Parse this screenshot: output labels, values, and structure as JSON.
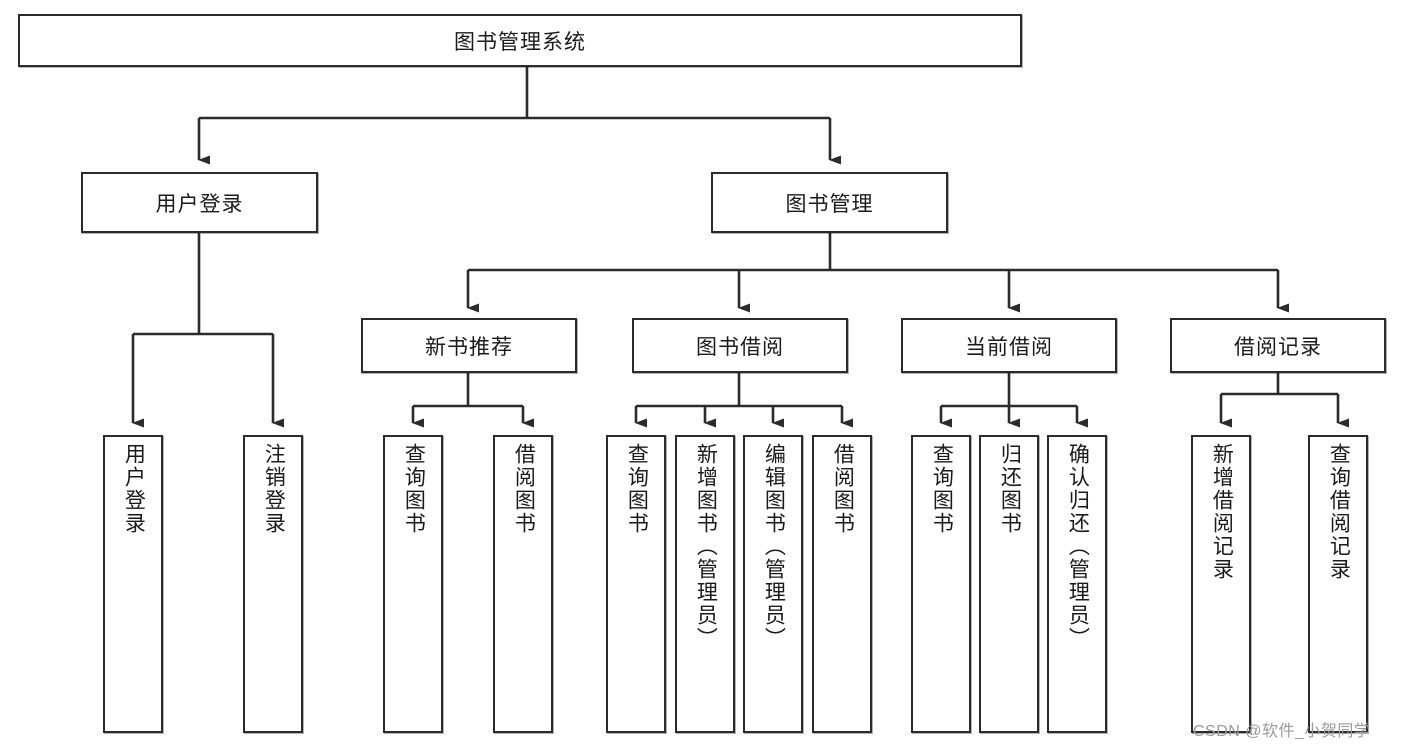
{
  "diagram": {
    "title": "图书管理系统",
    "type": "tree-hierarchy",
    "root": {
      "label": "图书管理系统",
      "orientation": "horizontal"
    },
    "level2": [
      {
        "label": "用户登录",
        "orientation": "horizontal"
      },
      {
        "label": "图书管理",
        "orientation": "horizontal"
      }
    ],
    "level3": [
      {
        "label": "新书推荐",
        "orientation": "horizontal",
        "parent": "图书管理"
      },
      {
        "label": "图书借阅",
        "orientation": "horizontal",
        "parent": "图书管理"
      },
      {
        "label": "当前借阅",
        "orientation": "horizontal",
        "parent": "图书管理"
      },
      {
        "label": "借阅记录",
        "orientation": "horizontal",
        "parent": "图书管理"
      }
    ],
    "leaves": [
      {
        "label": "用户登录",
        "orientation": "vertical",
        "parent": "用户登录"
      },
      {
        "label": "注销登录",
        "orientation": "vertical",
        "parent": "用户登录"
      },
      {
        "label": "查询图书",
        "orientation": "vertical",
        "parent": "新书推荐"
      },
      {
        "label": "借阅图书",
        "orientation": "vertical",
        "parent": "新书推荐"
      },
      {
        "label": "查询图书",
        "orientation": "vertical",
        "parent": "图书借阅"
      },
      {
        "label": "新增图书（管理员）",
        "orientation": "vertical",
        "parent": "图书借阅"
      },
      {
        "label": "编辑图书（管理员）",
        "orientation": "vertical",
        "parent": "图书借阅"
      },
      {
        "label": "借阅图书",
        "orientation": "vertical",
        "parent": "图书借阅"
      },
      {
        "label": "查询图书",
        "orientation": "vertical",
        "parent": "当前借阅"
      },
      {
        "label": "归还图书",
        "orientation": "vertical",
        "parent": "当前借阅"
      },
      {
        "label": "确认归还（管理员）",
        "orientation": "vertical",
        "parent": "当前借阅"
      },
      {
        "label": "新增借阅记录",
        "orientation": "vertical",
        "parent": "借阅记录"
      },
      {
        "label": "查询借阅记录",
        "orientation": "vertical",
        "parent": "借阅记录"
      }
    ],
    "watermark": "CSDN @软件_小贺同学",
    "colors": {
      "stroke": "#2b2b2b",
      "fill": "#ffffff",
      "text": "#1a1a1a",
      "watermark": "#9a9a9a"
    }
  }
}
